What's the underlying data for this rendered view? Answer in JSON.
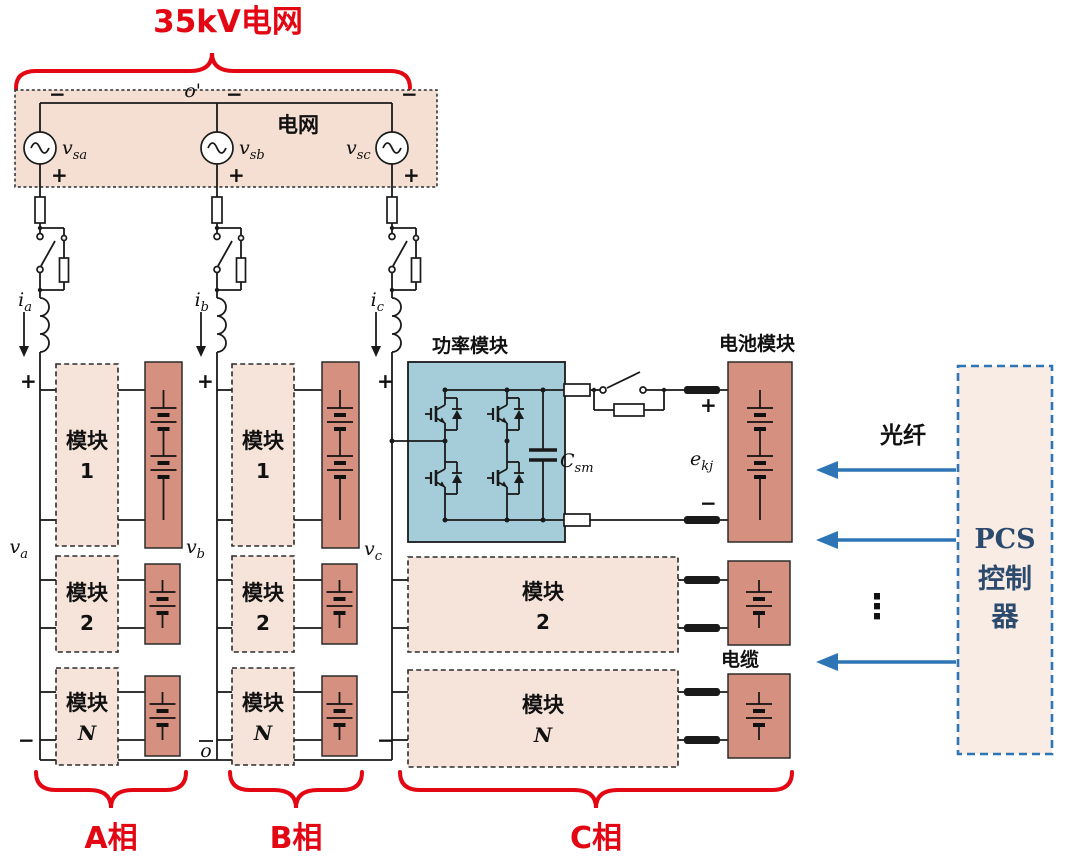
{
  "title": "35kV电网",
  "sym": {
    "plus": "+",
    "minus": "−"
  },
  "grid": {
    "box_label": "电网",
    "node_label": "o'",
    "sources": [
      {
        "v": "v",
        "sub": "sa"
      },
      {
        "v": "v",
        "sub": "sb"
      },
      {
        "v": "v",
        "sub": "sc"
      }
    ]
  },
  "phases": [
    {
      "brace": "A相",
      "current": {
        "v": "i",
        "sub": "a"
      },
      "voltage": {
        "v": "v",
        "sub": "a"
      },
      "modules": [
        {
          "l1": "模块",
          "l2": "1"
        },
        {
          "l1": "模块",
          "l2": "2"
        },
        {
          "l1": "模块",
          "l2": "N"
        }
      ]
    },
    {
      "brace": "B相",
      "current": {
        "v": "i",
        "sub": "b"
      },
      "voltage": {
        "v": "v",
        "sub": "b"
      },
      "modules": [
        {
          "l1": "模块",
          "l2": "1"
        },
        {
          "l1": "模块",
          "l2": "2"
        },
        {
          "l1": "模块",
          "l2": "N"
        }
      ]
    },
    {
      "brace": "C相",
      "current": {
        "v": "i",
        "sub": "c"
      },
      "voltage": {
        "v": "v",
        "sub": "c"
      },
      "modules": [
        {
          "l1": "模块",
          "l2": "2"
        },
        {
          "l1": "模块",
          "l2": "N"
        }
      ]
    }
  ],
  "power_module": {
    "title": "功率模块",
    "cap": {
      "v": "C",
      "sub": "sm"
    }
  },
  "battery": {
    "title": "电池模块",
    "emf": {
      "v": "e",
      "sub": "kj"
    }
  },
  "cable_label": "电缆",
  "neutral_label": "o",
  "fiber_label": "光纤",
  "ellipsis": "⋮",
  "pcs": {
    "l1": "PCS",
    "l2": "控制",
    "l3": "器"
  },
  "colors": {
    "red": "#e30613",
    "blue": "#2e75b6",
    "module_fill": "#f6e3d9",
    "battery_fill": "#d5907f",
    "power_fill": "#a5cdd9",
    "pcs_text": "#2c4a6e"
  }
}
